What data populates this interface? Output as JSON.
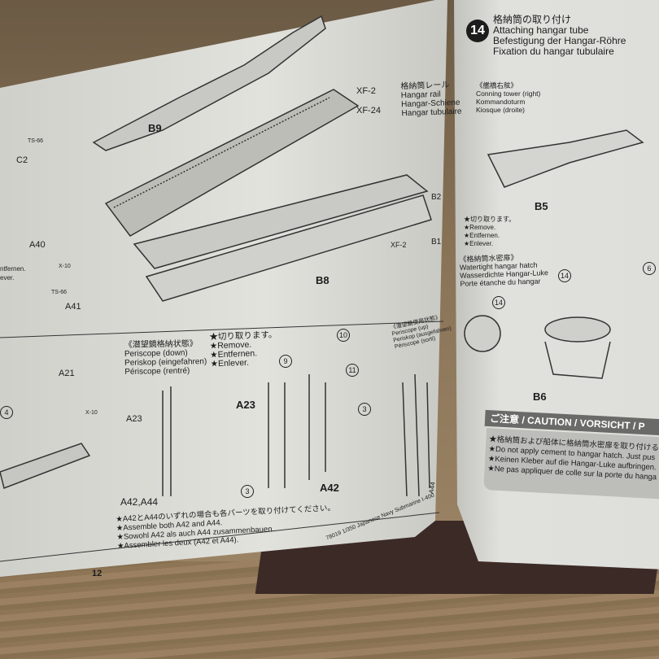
{
  "right_page": {
    "step_number": "14",
    "title_jp": "格納筒の取り付け",
    "title_en": "Attaching hangar tube",
    "title_de": "Befestigung der Hangar-Röhre",
    "title_fr": "Fixation du hangar tubulaire",
    "conning_jp": "《艦橋右舷》",
    "conning_en": "Conning tower (right)",
    "conning_de": "Kommandoturm",
    "conning_fr": "Kiosque (droite)",
    "part_b5": "B5",
    "remove": [
      "★切り取ります。",
      "★Remove.",
      "★Entfernen.",
      "★Enlever."
    ],
    "hatch_jp": "《格納筒水密扉》",
    "hatch_en": "Watertight hangar hatch",
    "hatch_de": "Wasserdichte Hangar-Luke",
    "hatch_fr": "Porte étanche du hangar",
    "part_b6": "B6",
    "callouts": [
      "14",
      "14",
      "6"
    ],
    "caution_title": "ご注意 / CAUTION / VORSICHT / P",
    "caution_lines": [
      "★格納筒および船体に格納筒水密扉を取り付ける",
      "★Do not apply cement to hangar hatch. Just pus",
      "★Keinen Kleber auf die Hangar-Luke aufbringen.",
      "★Ne pas appliquer de colle sur la porte du hanga"
    ]
  },
  "left_page": {
    "rail_jp": "格納筒レール",
    "rail_en": "Hangar rail",
    "rail_de": "Hangar-Schiene",
    "rail_fr": "Hangar tubulaire",
    "paints": [
      "XF-2",
      "XF-24",
      "XF-2",
      "TS-66",
      "TS-66",
      "X-10",
      "X-10"
    ],
    "parts": [
      "B9",
      "B8",
      "B2",
      "B1",
      "C2",
      "A40",
      "A41",
      "A21",
      "A23",
      "A23",
      "A42",
      "A42,A44",
      "A44"
    ],
    "periscope_down": [
      "《潜望鏡格納状態》",
      "Periscope (down)",
      "Periskop (eingefahren)",
      "Périscope (rentré)"
    ],
    "periscope_up": [
      "《潜望鏡使用状態》",
      "Periscope (up)",
      "Periskop (ausgefahren)",
      "Périscope (sorti)"
    ],
    "remove": [
      "★切り取ります。",
      "★Remove.",
      "★Entfernen.",
      "★Enlever."
    ],
    "callouts": [
      "10",
      "9",
      "11",
      "3",
      "3",
      "4"
    ],
    "partial_left": [
      "ntfernen.",
      "ever."
    ],
    "notes": [
      "★A42とA44のいずれの場合も各パーツを取り付けてください。",
      "★Assemble both A42 and A44.",
      "★Sowohl A42 als auch A44 zusammenbauen.",
      "★Assembler les deux (A42 et A44)."
    ],
    "footer": "78019 1/350 Japanese Navy Submarine I-400",
    "page_number": "12"
  }
}
